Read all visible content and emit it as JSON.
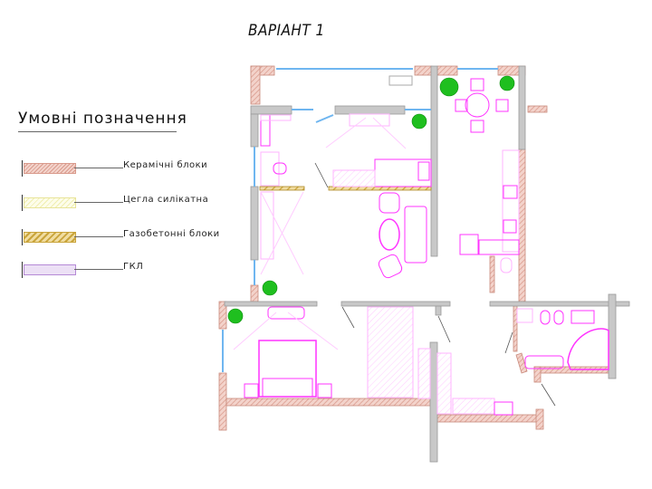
{
  "title": "ВАРІАНТ 1",
  "legend": {
    "heading": "Умовні позначення",
    "items": [
      {
        "label": "Керамічні блоки",
        "color": "#d99a8c",
        "fill": "#f3d3cb"
      },
      {
        "label": "Цегла силікатна",
        "color": "#e8e49a",
        "fill": "#fbfadf"
      },
      {
        "label": "Газобетонні блоки",
        "color": "#c9a43a",
        "fill": "#e8cf86"
      },
      {
        "label": "ГКЛ",
        "color": "#b58ad6",
        "fill": "#ece0f5"
      }
    ]
  },
  "colors": {
    "wall_gray": "#b8b8b8",
    "window": "#6fb6f0",
    "furniture": "#ff33ff",
    "plant": "#1fbf1f"
  }
}
